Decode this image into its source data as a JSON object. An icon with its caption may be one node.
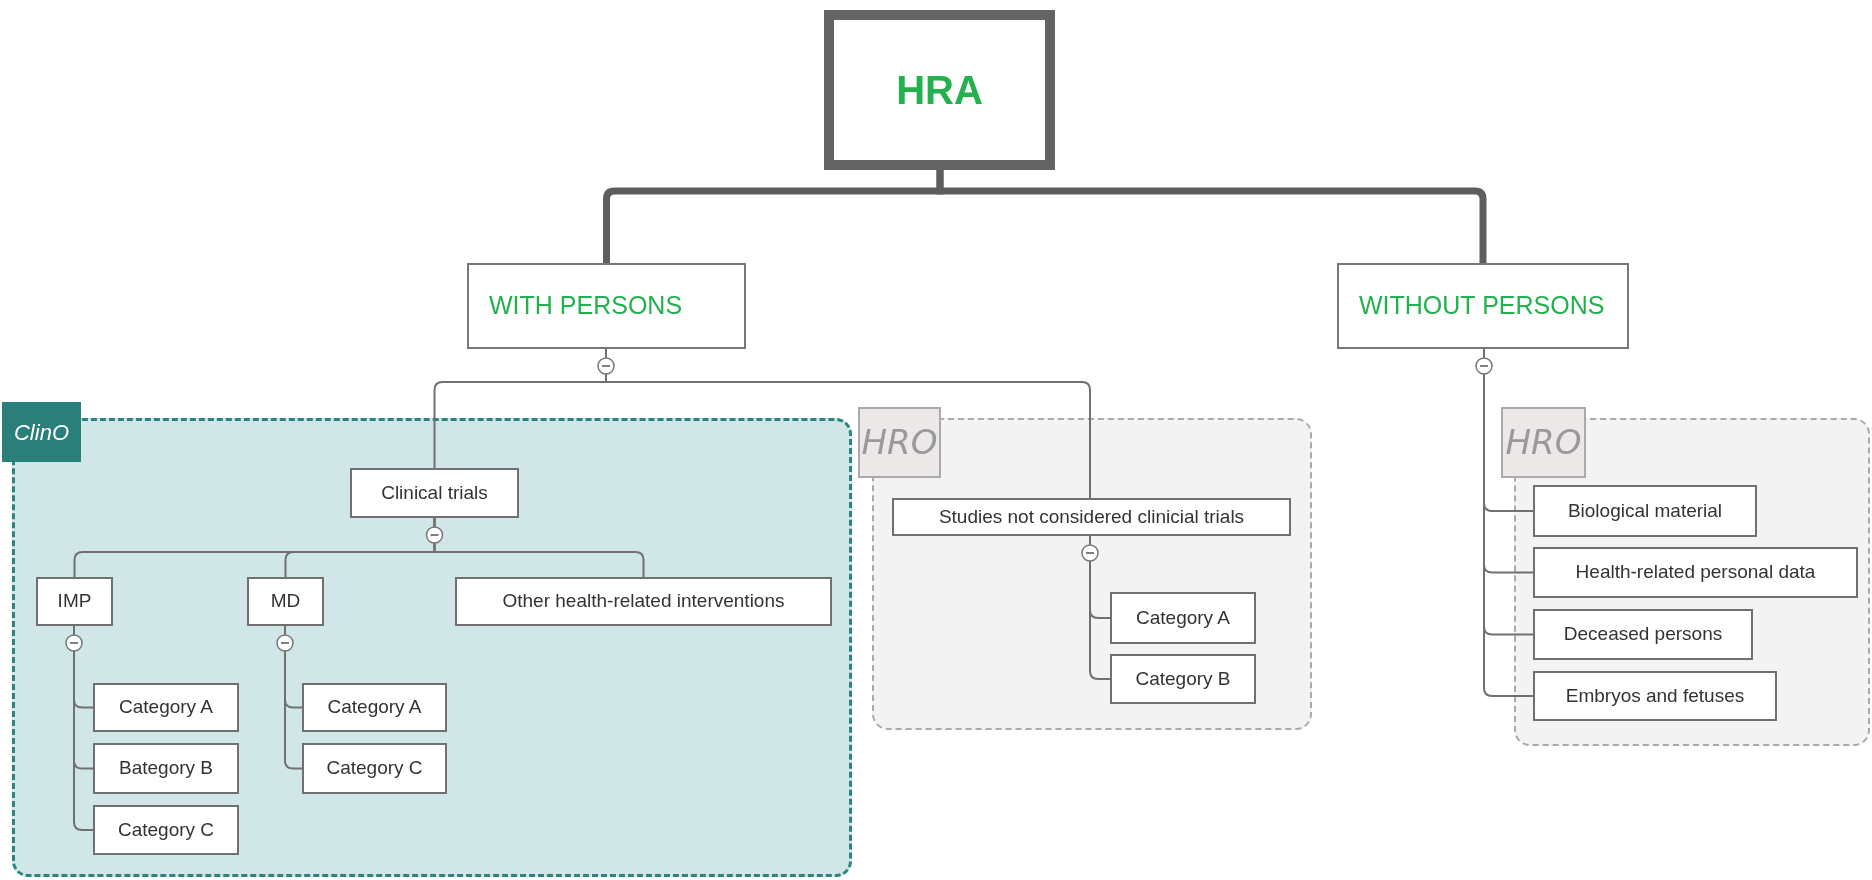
{
  "diagram": {
    "nodes": [
      {
        "text": [
          "HRA"
        ]
      },
      {
        "text": [
          "WITH PERSONS"
        ]
      },
      {
        "text": [
          "WITHOUT PERSONS"
        ]
      },
      {
        "text": [
          "ClinO"
        ]
      },
      {
        "text": [
          "Clinical trials"
        ],
        "in": 3
      },
      {
        "text": [
          "IMP"
        ],
        "in": 3
      },
      {
        "text": [
          "MD"
        ],
        "in": 3
      },
      {
        "text": [
          "Other health-related interventions"
        ],
        "in": 3
      },
      {
        "text": [
          "Category A"
        ],
        "in": 3
      },
      {
        "text": [
          "Bategory B"
        ],
        "in": 3
      },
      {
        "text": [
          "Category C"
        ],
        "in": 3
      },
      {
        "text": [
          "Category A"
        ],
        "in": 3
      },
      {
        "text": [
          "Category C"
        ],
        "in": 3
      },
      {
        "text": [
          "HRO"
        ]
      },
      {
        "text": [
          "Studies not considered clinicial trials"
        ],
        "in": 13
      },
      {
        "text": [
          "Category A"
        ],
        "in": 13
      },
      {
        "text": [
          "Category B"
        ],
        "in": 13
      },
      {
        "text": [
          "HRO"
        ]
      },
      {
        "text": [
          "Biological material"
        ],
        "in": 17
      },
      {
        "text": [
          "Health-related personal data"
        ],
        "in": 17
      },
      {
        "text": [
          "Deceased persons"
        ],
        "in": 17
      },
      {
        "text": [
          "Embryos and fetuses"
        ],
        "in": 17
      }
    ],
    "edges": [
      {
        "from": 0,
        "to": 1,
        "arrow": "none",
        "style": "thick"
      },
      {
        "from": 0,
        "to": 2,
        "arrow": "none",
        "style": "thick"
      },
      {
        "from": 1,
        "to": 4,
        "arrow": "none"
      },
      {
        "from": 1,
        "to": 14,
        "arrow": "none"
      },
      {
        "from": 4,
        "to": 5,
        "arrow": "none"
      },
      {
        "from": 4,
        "to": 6,
        "arrow": "none"
      },
      {
        "from": 4,
        "to": 7,
        "arrow": "none"
      },
      {
        "from": 5,
        "to": 8,
        "arrow": "none"
      },
      {
        "from": 5,
        "to": 9,
        "arrow": "none"
      },
      {
        "from": 5,
        "to": 10,
        "arrow": "none"
      },
      {
        "from": 6,
        "to": 11,
        "arrow": "none"
      },
      {
        "from": 6,
        "to": 12,
        "arrow": "none"
      },
      {
        "from": 14,
        "to": 15,
        "arrow": "none"
      },
      {
        "from": 14,
        "to": 16,
        "arrow": "none"
      },
      {
        "from": 2,
        "to": 18,
        "arrow": "none"
      },
      {
        "from": 2,
        "to": 19,
        "arrow": "none"
      },
      {
        "from": 2,
        "to": 20,
        "arrow": "none"
      },
      {
        "from": 2,
        "to": 21,
        "arrow": "none"
      }
    ]
  }
}
